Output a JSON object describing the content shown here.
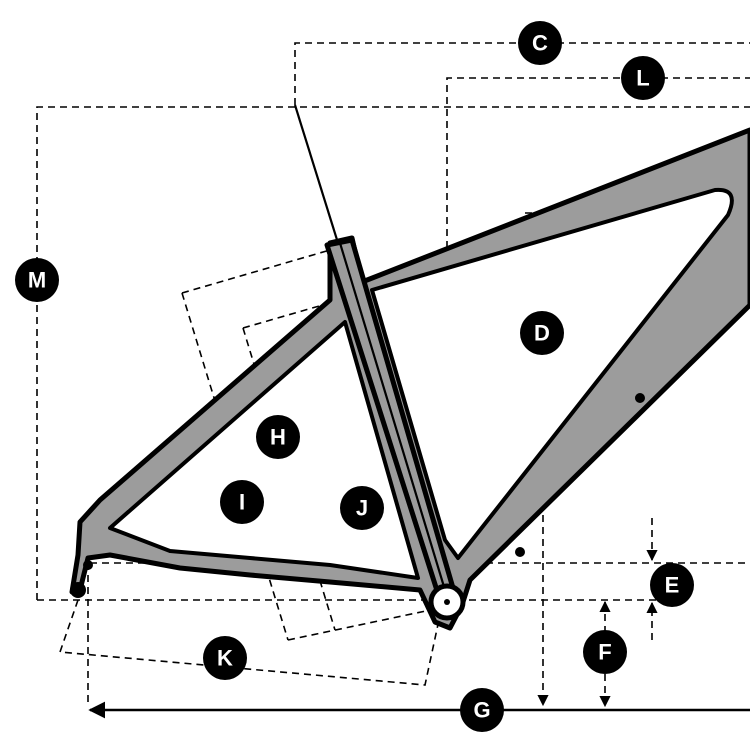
{
  "labels": {
    "C": "C",
    "L": "L",
    "M": "M",
    "D": "D",
    "H": "H",
    "I": "I",
    "J": "J",
    "E": "E",
    "F": "F",
    "K": "K",
    "G": "G"
  },
  "colors": {
    "frame_fill": "#9c9c9c",
    "outline": "#000000",
    "badge_fill": "#000000",
    "badge_text": "#ffffff"
  }
}
